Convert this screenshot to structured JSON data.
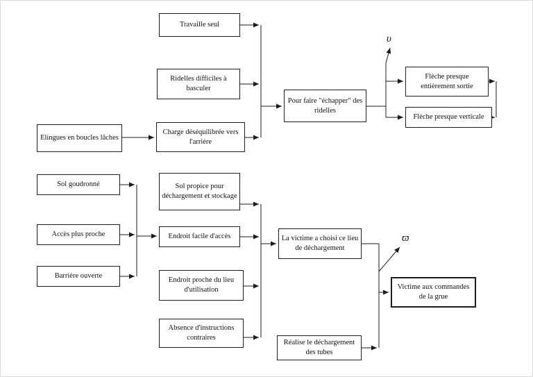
{
  "diagram": {
    "type": "fault-tree",
    "language": "fr",
    "ink_color": "#1b1b1b",
    "background_color": "#ffffff",
    "nodes": {
      "travaille_seul": "Travaille seul",
      "ridelles_difficiles": "Ridelles difficiles à basculer",
      "elingues": "Elingues en boucles lâches",
      "charge_desequilibree": "Charge déséquilibrée vers l'arrière",
      "pour_faire_echapper": "Pour faire \"échapper\" des ridelles",
      "fleche_sortie": "Flèche presque entièrement sortie",
      "fleche_verticale": "Flèche presque verticale",
      "sol_goudronne": "Sol goudronné",
      "acces_plus_proche": "Accès plus proche",
      "barriere_ouverte": "Barrière ouverte",
      "sol_propice": "Sol propice pour déchargement et stockage",
      "endroit_facile": "Endroit facile d'accès",
      "endroit_proche": "Endroit proche du lieu d'utilisation",
      "absence_instructions": "Absence d'instructions contraires",
      "victime_choisi": "La victime a choisi ce lieu de déchargement",
      "victime_commandes": "Victime aux commandes de la grue",
      "realise_dechargement": "Réalise le déchargement des tubes"
    },
    "symbols": {
      "top": "υ",
      "bottom": "ϖ"
    },
    "edges": [
      {
        "from": "travaille_seul",
        "to": "pour_faire_echapper"
      },
      {
        "from": "ridelles_difficiles",
        "to": "pour_faire_echapper"
      },
      {
        "from": "elingues",
        "to": "charge_desequilibree"
      },
      {
        "from": "charge_desequilibree",
        "to": "pour_faire_echapper"
      },
      {
        "from": "pour_faire_echapper",
        "to": "symbol_top"
      },
      {
        "from": "pour_faire_echapper",
        "to": "fleche_sortie"
      },
      {
        "from": "pour_faire_echapper",
        "to": "fleche_verticale"
      },
      {
        "from": "sol_goudronne",
        "to": "endroit_facile"
      },
      {
        "from": "acces_plus_proche",
        "to": "endroit_facile"
      },
      {
        "from": "barriere_ouverte",
        "to": "endroit_facile"
      },
      {
        "from": "sol_propice",
        "to": "victime_choisi"
      },
      {
        "from": "endroit_facile",
        "to": "victime_choisi"
      },
      {
        "from": "endroit_proche",
        "to": "victime_choisi"
      },
      {
        "from": "absence_instructions",
        "to": "victime_choisi"
      },
      {
        "from": "victime_choisi",
        "to": "symbol_bottom"
      },
      {
        "from": "victime_choisi",
        "to": "victime_commandes"
      },
      {
        "from": "realise_dechargement",
        "to": "victime_commandes"
      }
    ]
  }
}
